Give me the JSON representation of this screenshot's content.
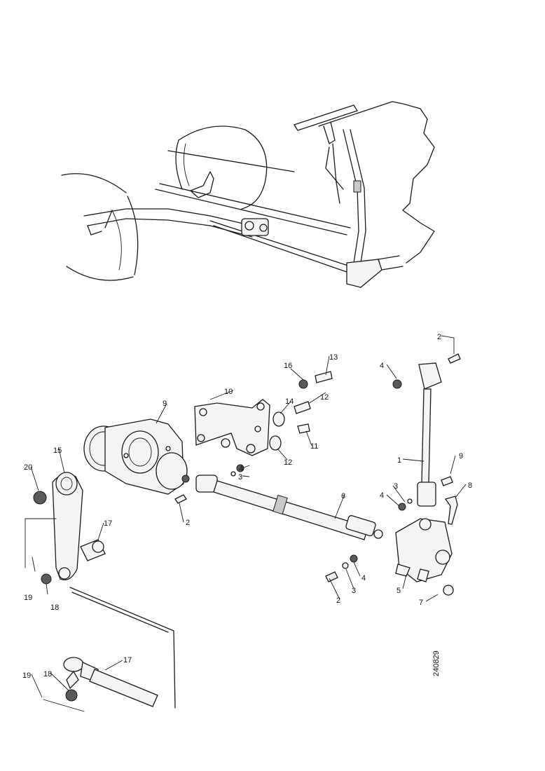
{
  "figure_code": "240829",
  "callouts": {
    "c1": "1",
    "c2a": "2",
    "c2b": "2",
    "c2c": "2",
    "c3a": "3",
    "c3b": "3",
    "c3c": "3",
    "c4a": "4",
    "c4b": "4",
    "c4c": "4",
    "c4d": "4",
    "c5": "5",
    "c6": "6",
    "c7": "7",
    "c8": "8",
    "c9a": "9",
    "c9b": "9",
    "c10": "10",
    "c11": "11",
    "c12a": "12",
    "c12b": "12",
    "c13": "13",
    "c14": "14",
    "c15": "15",
    "c16": "16",
    "c17a": "17",
    "c17b": "17",
    "c18a": "18",
    "c18b": "18",
    "c19a": "19",
    "c19b": "19",
    "c20": "20"
  }
}
